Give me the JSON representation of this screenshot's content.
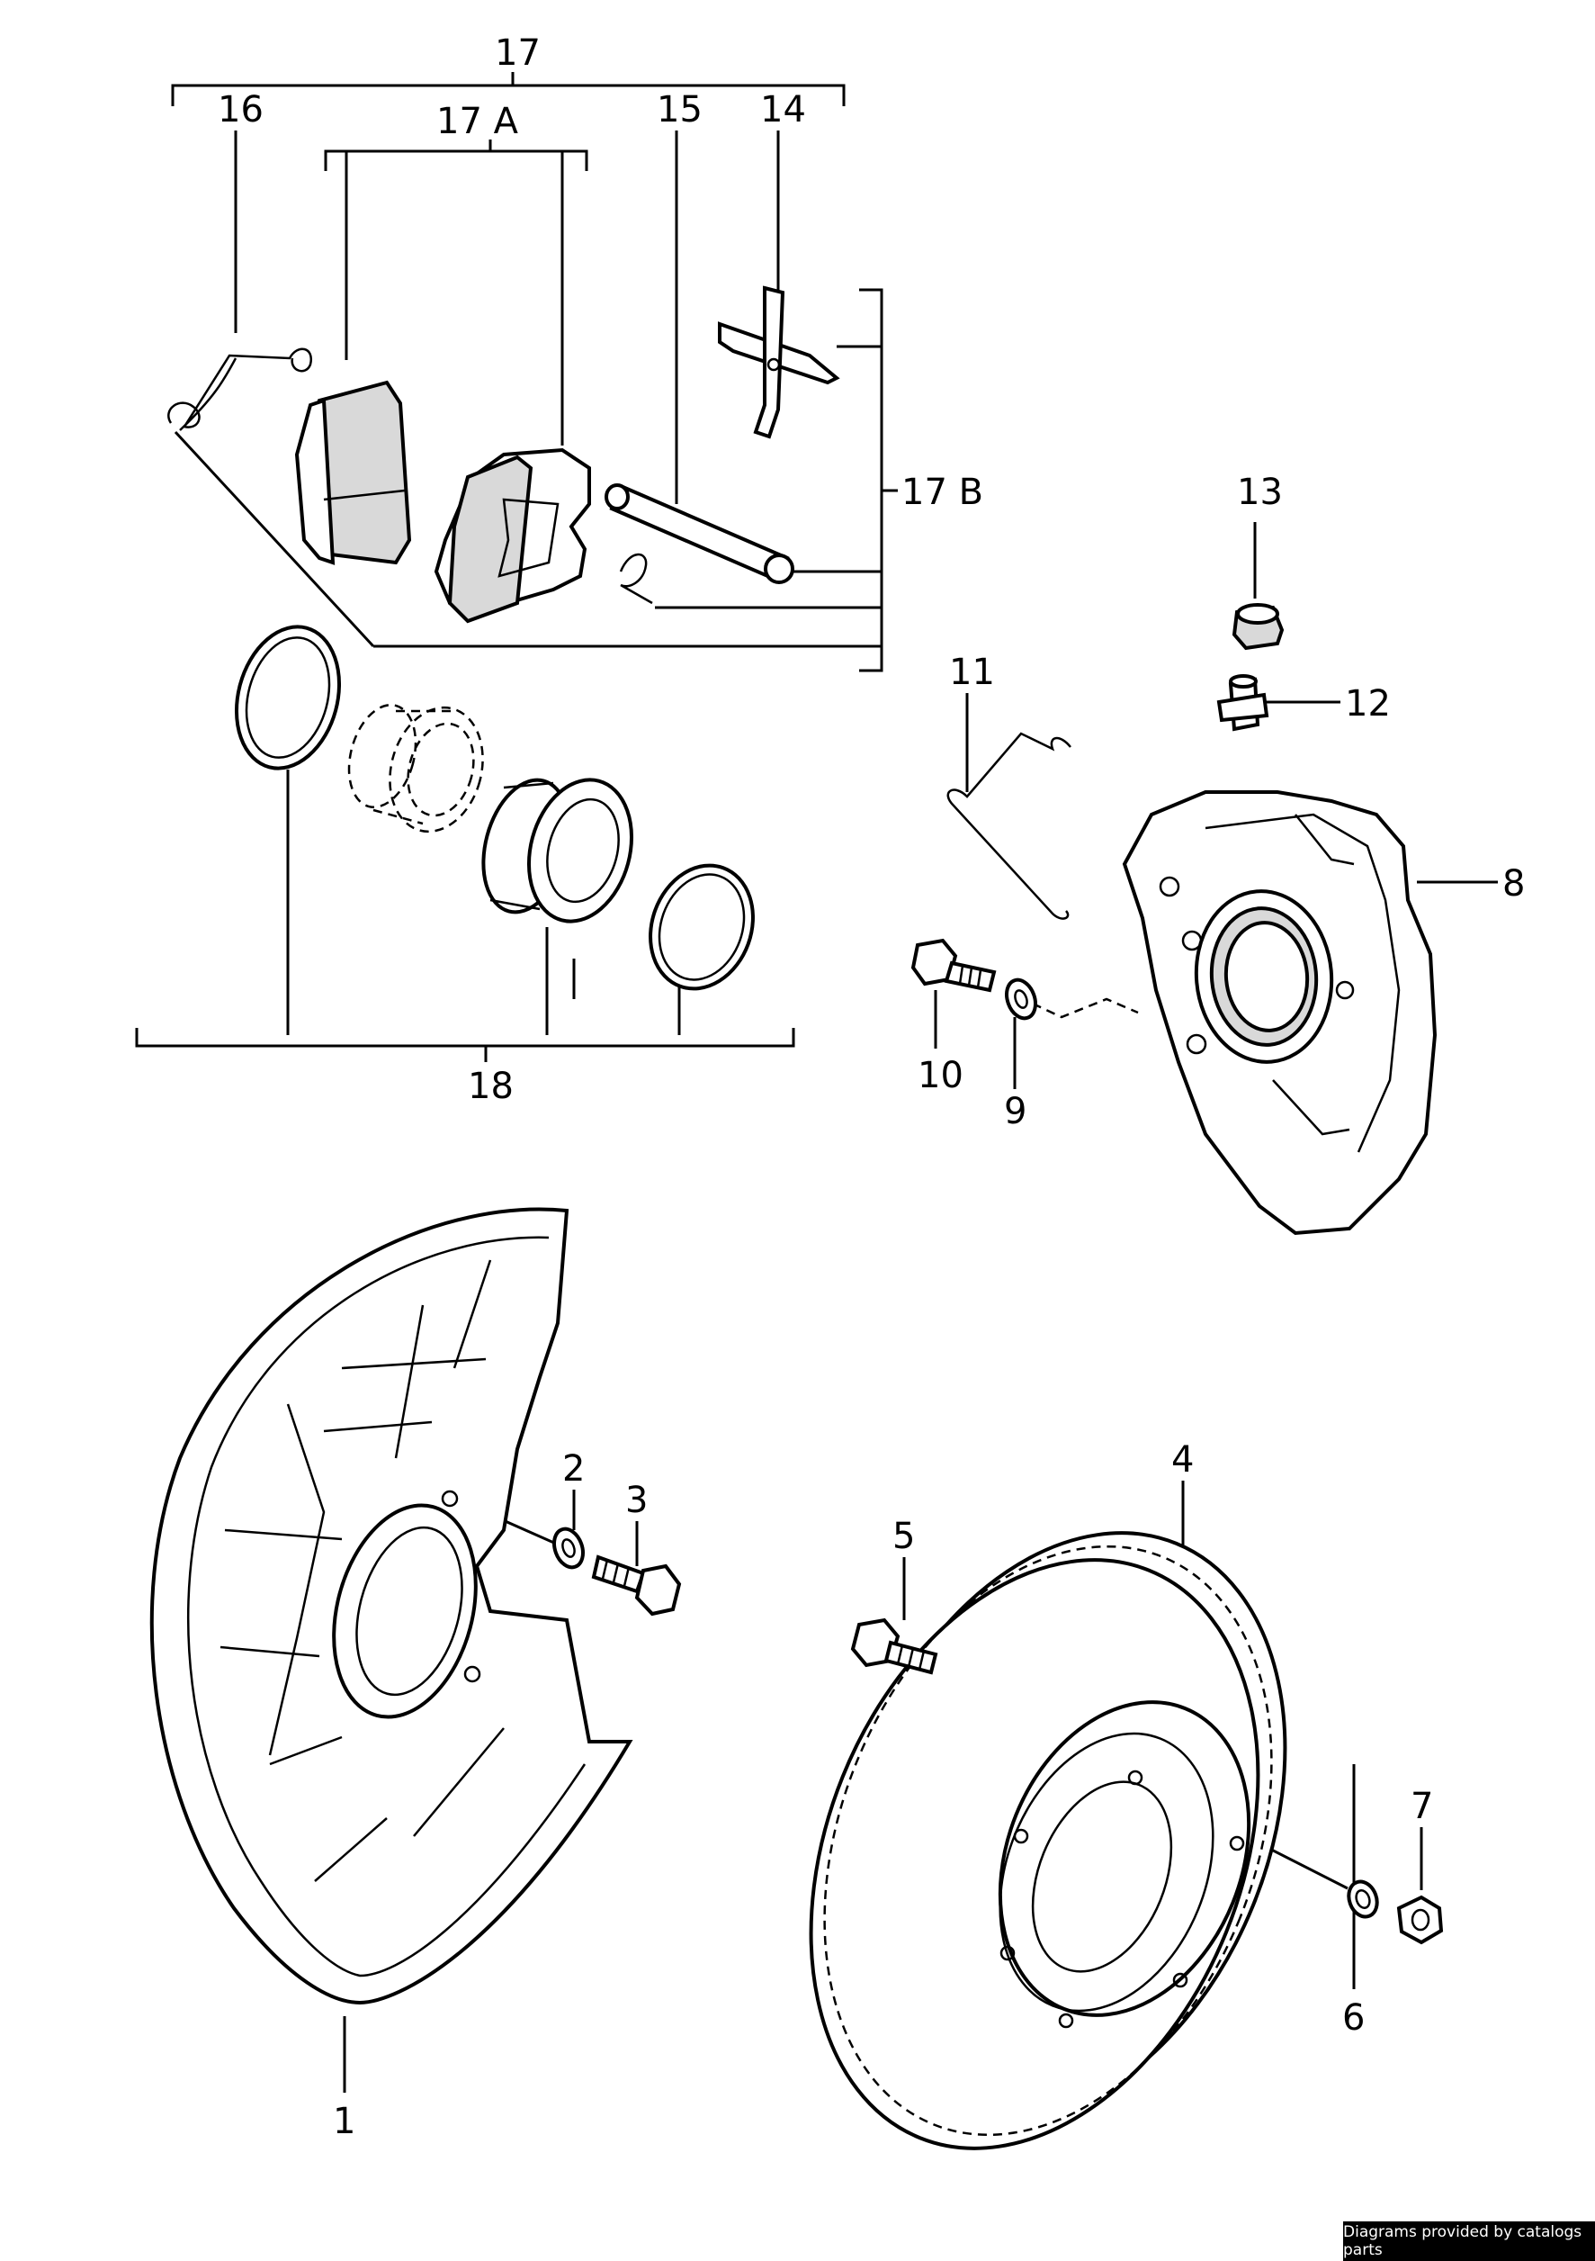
{
  "callouts": [
    "1",
    "2",
    "3",
    "4",
    "5",
    "6",
    "7",
    "8",
    "9",
    "10",
    "11",
    "12",
    "13",
    "14",
    "15",
    "16",
    "17",
    "17 A",
    "17 B",
    "18"
  ],
  "credit": "Diagrams provided by catalogs parts"
}
